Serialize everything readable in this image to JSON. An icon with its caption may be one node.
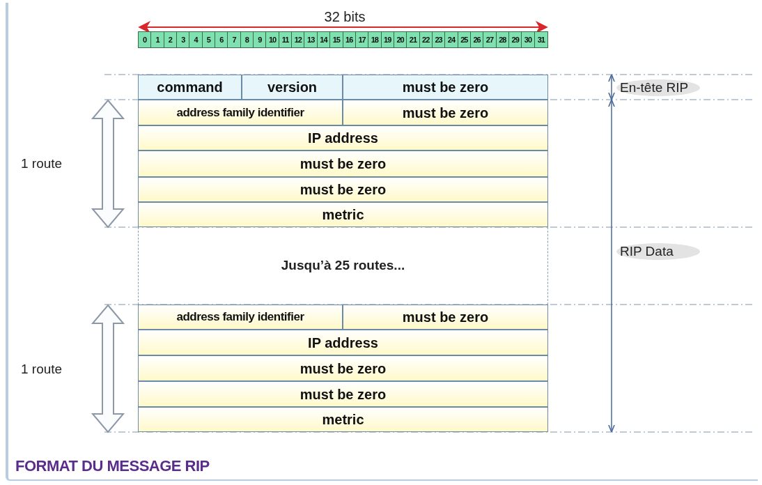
{
  "diagram": {
    "title": "FORMAT DU MESSAGE RIP",
    "nodes": [
      {
        "text": [
          "command"
        ]
      },
      {
        "text": [
          "version"
        ]
      },
      {
        "text": [
          "must be zero"
        ]
      },
      {
        "text": [
          "address family identifier"
        ]
      },
      {
        "text": [
          "must be zero"
        ]
      },
      {
        "text": [
          "IP address"
        ]
      },
      {
        "text": [
          "must be zero"
        ]
      },
      {
        "text": [
          "must be zero"
        ]
      },
      {
        "text": [
          "metric"
        ]
      },
      {
        "text": [
          "Jusqu’à 25 routes..."
        ]
      },
      {
        "text": [
          "address family identifier"
        ]
      },
      {
        "text": [
          "must be zero"
        ]
      },
      {
        "text": [
          "IP address"
        ]
      },
      {
        "text": [
          "must be zero"
        ]
      },
      {
        "text": [
          "must be zero"
        ]
      },
      {
        "text": [
          "metric"
        ]
      }
    ],
    "labels": [
      "32 bits",
      "0",
      "1",
      "2",
      "3",
      "4",
      "5",
      "6",
      "7",
      "8",
      "9",
      "10",
      "11",
      "12",
      "13",
      "14",
      "15",
      "16",
      "17",
      "18",
      "19",
      "20",
      "21",
      "22",
      "23",
      "24",
      "25",
      "26",
      "27",
      "28",
      "29",
      "30",
      "31",
      "En-tête RIP",
      "1 route",
      "RIP Data",
      "1 route"
    ]
  }
}
